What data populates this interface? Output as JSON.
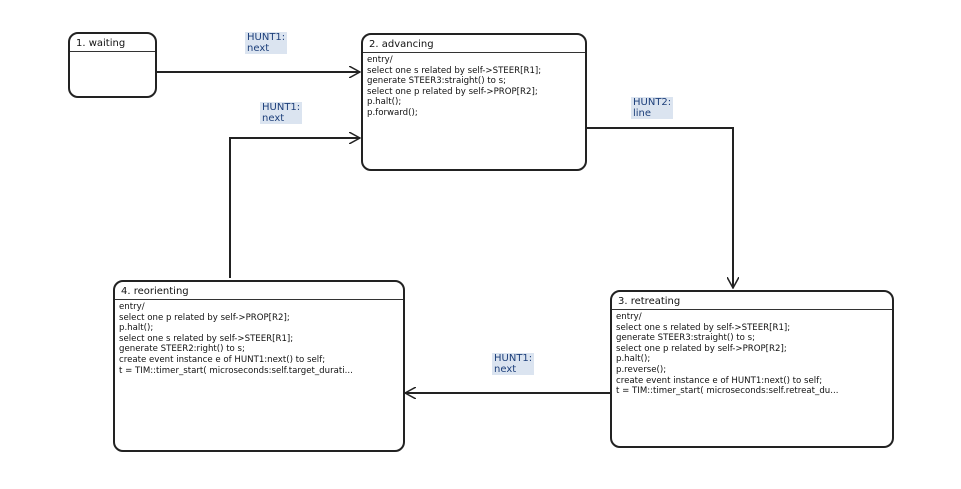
{
  "states": [
    {
      "title": "1. waiting",
      "lines": []
    },
    {
      "title": "2. advancing",
      "lines": [
        "entry/",
        "select one s related by self->STEER[R1];",
        "generate STEER3:straight() to s;",
        "select one p related by self->PROP[R2];",
        "p.halt();",
        "p.forward();"
      ]
    },
    {
      "title": "3. retreating",
      "lines": [
        "entry/",
        "select one s related by self->STEER[R1];",
        "generate STEER3:straight() to s;",
        "select one p related by self->PROP[R2];",
        "p.halt();",
        "p.reverse();",
        "create event instance e of HUNT1:next() to self;",
        "t = TIM::timer_start( microseconds:self.retreat_du..."
      ]
    },
    {
      "title": "4. reorienting",
      "lines": [
        "entry/",
        "select one p related by self->PROP[R2];",
        "p.halt();",
        "select one s related by self->STEER[R1];",
        "generate STEER2:right() to s;",
        "create event instance e of HUNT1:next() to self;",
        "t = TIM::timer_start( microseconds:self.target_durati..."
      ]
    }
  ],
  "transitions": [
    {
      "event": "HUNT1:",
      "name": "next"
    },
    {
      "event": "HUNT1:",
      "name": "next"
    },
    {
      "event": "HUNT2:",
      "name": "line"
    },
    {
      "event": "HUNT1:",
      "name": "next"
    }
  ]
}
